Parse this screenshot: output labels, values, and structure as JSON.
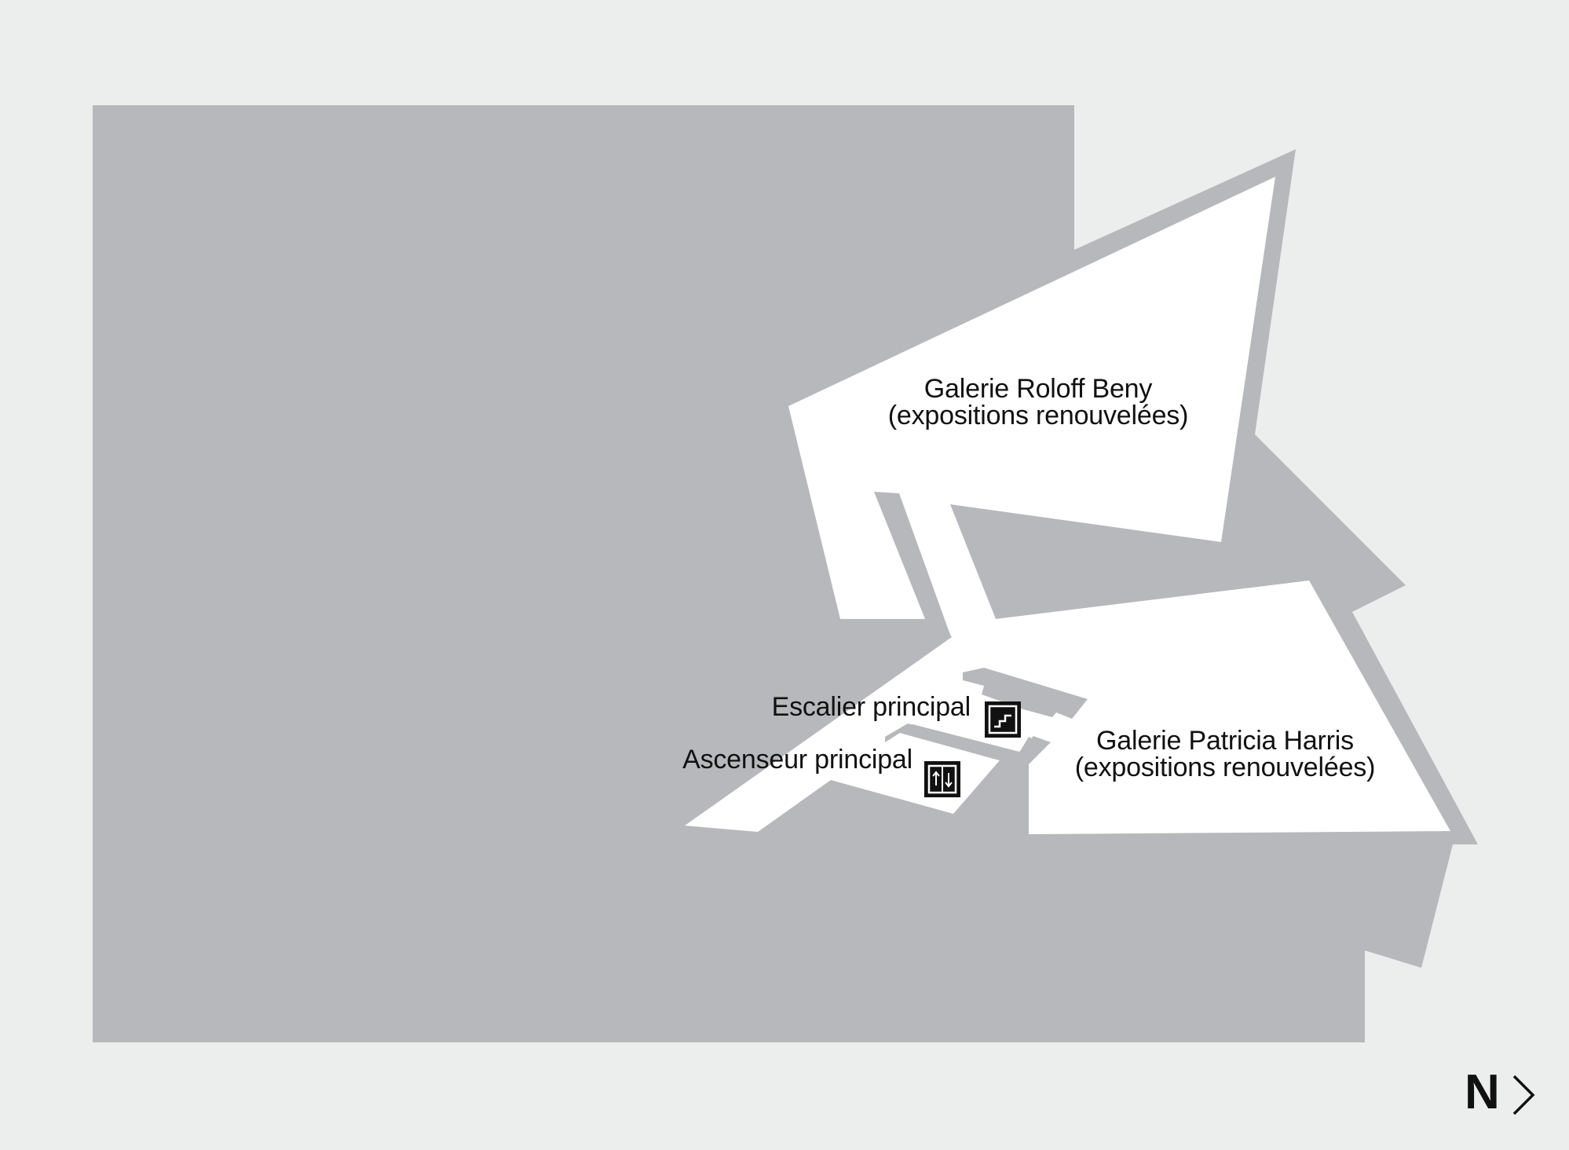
{
  "map": {
    "colors": {
      "background": "#eceeed",
      "building": "#b7b8bb",
      "accessible_space": "#ffffff",
      "text": "#111111"
    },
    "rooms": [
      {
        "id": "galerie-roloff-beny",
        "name": "Galerie Roloff Beny",
        "subtitle": "(expositions renouvelées)"
      },
      {
        "id": "galerie-patricia-harris",
        "name": "Galerie Patricia Harris",
        "subtitle": "(expositions renouvelées)"
      }
    ],
    "points_of_interest": [
      {
        "id": "escalier",
        "label": "Escalier principal",
        "icon": "stairs-icon"
      },
      {
        "id": "ascenseur",
        "label": "Ascenseur principal",
        "icon": "elevator-icon"
      }
    ],
    "compass": {
      "label": "N",
      "icon": "chevron-right-icon"
    }
  }
}
